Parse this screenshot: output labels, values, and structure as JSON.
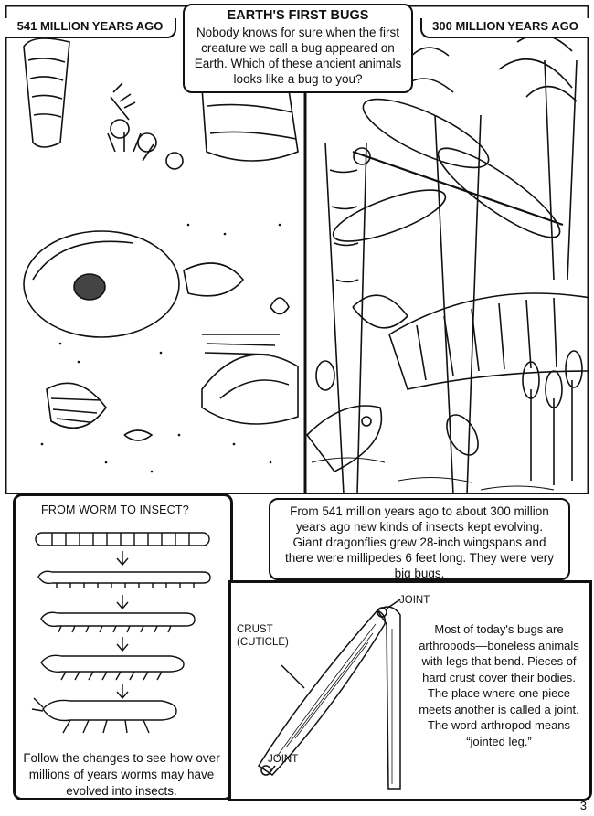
{
  "left_scene": {
    "era_label": "541 MILLION YEARS AGO"
  },
  "right_scene": {
    "era_label": "300 MILLION YEARS AGO"
  },
  "intro": {
    "title": "EARTH'S FIRST BUGS",
    "body": "Nobody knows for sure when the first creature we call a bug appeared on Earth. Which of these ancient animals looks like a bug to you?"
  },
  "evolution_note": {
    "body": "From 541 million years ago to about 300 million years ago new kinds of insects kept evolving. Giant dragonflies grew 28-inch wingspans and there were millipedes 6 feet long. They were very big bugs."
  },
  "worm_panel": {
    "title": "FROM WORM TO INSECT?",
    "caption": "Follow the changes to see how over millions of years worms may have evolved into insects."
  },
  "leg_diagram": {
    "crust_label": "CRUST (CUTICLE)",
    "joint_top_label": "JOINT",
    "joint_bottom_label": "JOINT",
    "text": "Most of today's bugs are arthropods—boneless animals with legs that bend. Pieces of hard crust cover their bodies. The place where one piece meets another is called a joint. The word arthropod means “jointed leg.”"
  },
  "page_number": "3"
}
